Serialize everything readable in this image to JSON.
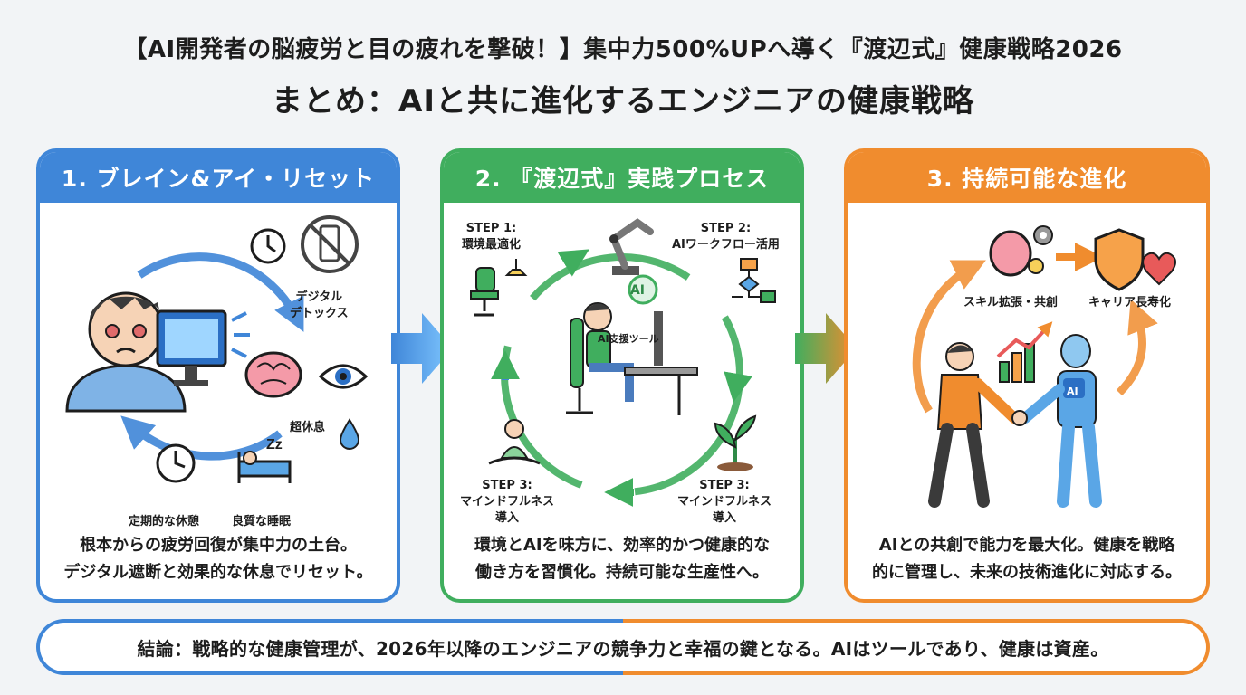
{
  "header": {
    "title": "【AI開発者の脳疲労と目の疲れを撃破！】集中力500%UPへ導く『渡辺式』健康戦略2026",
    "subtitle": "まとめ：AIと共に進化するエンジニアの健康戦略"
  },
  "panel1": {
    "heading": "1. ブレイン&アイ・リセット",
    "labels": {
      "digital_detox": "デジタル\nデトックス",
      "super_rest": "超休息",
      "regular_break": "定期的な休憩",
      "good_sleep": "良質な睡眠"
    },
    "caption": "根本からの疲労回復が集中力の土台。\nデジタル遮断と効果的な休息でリセット。"
  },
  "panel2": {
    "heading": "2. 『渡辺式』実践プロセス",
    "labels": {
      "step1": "STEP 1:\n環境最適化",
      "step2": "STEP 2:\nAIワークフロー活用",
      "step3_left": "STEP 3:\nマインドフルネス\n導入",
      "step3_right": "STEP 3:\nマインドフルネス\n導入",
      "ai_badge": "AI",
      "ai_tool": "AI支援ツール"
    },
    "caption": "環境とAIを味方に、効率的かつ健康的な\n働き方を習慣化。持続可能な生産性へ。"
  },
  "panel3": {
    "heading": "3. 持続可能な進化",
    "labels": {
      "skill": "スキル拡張・共創",
      "career": "キャリア長寿化",
      "robot_chest": "AI"
    },
    "caption": "AIとの共創で能力を最大化。健康を戦略\n的に管理し、未来の技術進化に対応する。"
  },
  "footer": {
    "conclusion": "結論：戦略的な健康管理が、2026年以降のエンジニアの競争力と幸福の鍵となる。AIはツールであり、健康は資産。"
  },
  "colors": {
    "blue": "#3f86d8",
    "green": "#40ae5e",
    "orange": "#f08c2e"
  }
}
